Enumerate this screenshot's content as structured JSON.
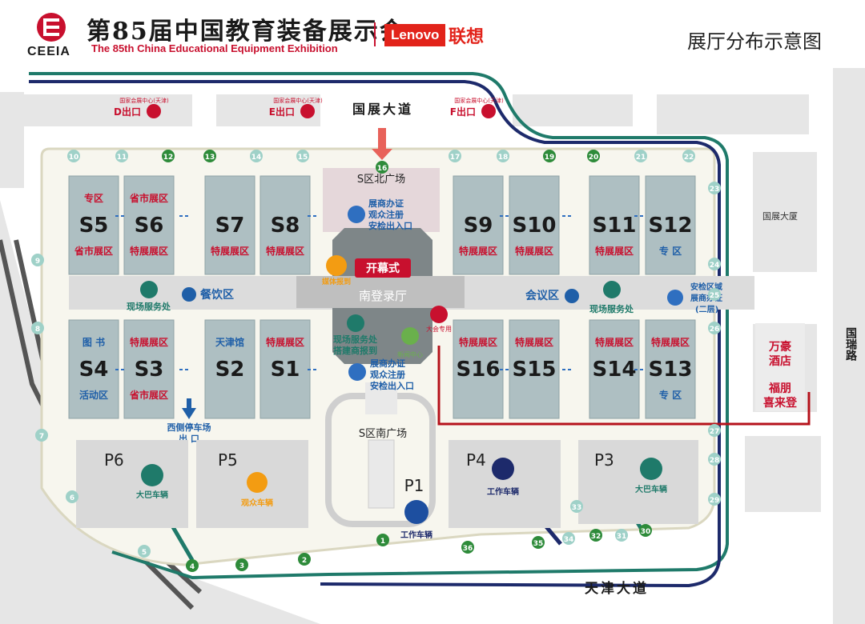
{
  "header": {
    "logo_text": "CEEIA",
    "title": "第85届中国教育装备展示会",
    "subtitle": "The 85th China Educational Equipment Exhibition",
    "sponsor_en": "Lenovo",
    "sponsor_cn": "联想",
    "page_name": "展厅分布示意图"
  },
  "roads": {
    "north": "国展大道",
    "south": "天津大道",
    "east": "国瑞路"
  },
  "exits": [
    {
      "id": "D",
      "label": "D出口",
      "note": "国家会展中心(天津)"
    },
    {
      "id": "E",
      "label": "E出口",
      "note": "国家会展中心(天津)"
    },
    {
      "id": "F",
      "label": "F出口",
      "note": "国家会展中心(天津)"
    }
  ],
  "halls": {
    "S5": {
      "name": "S5",
      "top": "专区",
      "bottom": "省市展区",
      "top_color": "#c8102e",
      "bottom_color": "#c8102e"
    },
    "S6": {
      "name": "S6",
      "top": "省市展区",
      "bottom": "特展展区"
    },
    "S7": {
      "name": "S7",
      "bottom": "特展展区"
    },
    "S8": {
      "name": "S8",
      "bottom": "特展展区"
    },
    "S9": {
      "name": "S9",
      "bottom": "特展展区"
    },
    "S10": {
      "name": "S10",
      "bottom": "特展展区"
    },
    "S11": {
      "name": "S11",
      "bottom": "特展展区"
    },
    "S12": {
      "name": "S12",
      "bottom": "专 区"
    },
    "S4": {
      "name": "S4",
      "top": "图 书",
      "bottom": "活动区"
    },
    "S3": {
      "name": "S3",
      "top": "特展展区",
      "bottom": "省市展区"
    },
    "S2": {
      "name": "S2",
      "top": "天津馆"
    },
    "S1": {
      "name": "S1",
      "top": "特展展区"
    },
    "S16": {
      "name": "S16",
      "top": "特展展区"
    },
    "S15": {
      "name": "S15",
      "top": "特展展区"
    },
    "S14": {
      "name": "S14",
      "top": "特展展区"
    },
    "S13": {
      "name": "S13",
      "top": "特展展区",
      "bottom": "专 区"
    }
  },
  "center": {
    "north_plaza": "S区北广场",
    "south_plaza": "S区南广场",
    "hall": "南登录厅",
    "opening": "开幕式",
    "registration_lines": [
      "展商办证",
      "观众注册",
      "安检出入口"
    ],
    "registration_lines_south": [
      "展商办证",
      "观众注册",
      "安检出入口"
    ],
    "media": "媒体报到",
    "service": [
      "现场服务处",
      "搭建商报到"
    ],
    "news": "新闻中心",
    "vip": "大会专用"
  },
  "zones": {
    "dining": "餐饮区",
    "meeting": "会议区",
    "service_left": "现场服务处",
    "service_right": "现场服务处",
    "security_right": [
      "安检区域",
      "展商办证",
      "(二层)"
    ],
    "west_exit": [
      "西侧停车场",
      "出 口"
    ]
  },
  "buildings": {
    "guozhan": "国展大厦",
    "wanjing": [
      "万豪",
      "酒店"
    ],
    "fupeng": [
      "福朋",
      "喜来登"
    ]
  },
  "parking": {
    "P1": {
      "label": "P1",
      "use": "工作车辆"
    },
    "P3": {
      "label": "P3",
      "use": "大巴车辆"
    },
    "P4": {
      "label": "P4",
      "use": "工作车辆"
    },
    "P5": {
      "label": "P5",
      "use": "观众车辆"
    },
    "P6": {
      "label": "P6",
      "use": "大巴车辆"
    }
  },
  "gates": {
    "n1": "1",
    "n2": "2",
    "n3": "3",
    "n4": "4",
    "n5": "5",
    "n6": "6",
    "n7": "7",
    "n8": "8",
    "n9": "9",
    "n10": "10",
    "n11": "11",
    "n12": "12",
    "n13": "13",
    "n14": "14",
    "n15": "15",
    "n16": "16",
    "n17": "17",
    "n18": "18",
    "n19": "19",
    "n20": "20",
    "n21": "21",
    "n22": "22",
    "n23": "23",
    "n24": "24",
    "n25": "25",
    "n26": "26",
    "n27": "27",
    "n28": "28",
    "n29": "29",
    "n30": "30",
    "n31": "31",
    "n32": "32",
    "n33": "33",
    "n34": "34",
    "n35": "35",
    "n36": "36"
  },
  "colors": {
    "hall": "#aebfc2",
    "hall_red_text": "#c8102e",
    "hall_blue_text": "#1f5fa8",
    "route_green": "#1f7a6a",
    "route_navy": "#1d2a6b",
    "route_red": "#b5121b",
    "gate_green": "#2e8b3a",
    "gate_light": "#9fd1c8"
  }
}
